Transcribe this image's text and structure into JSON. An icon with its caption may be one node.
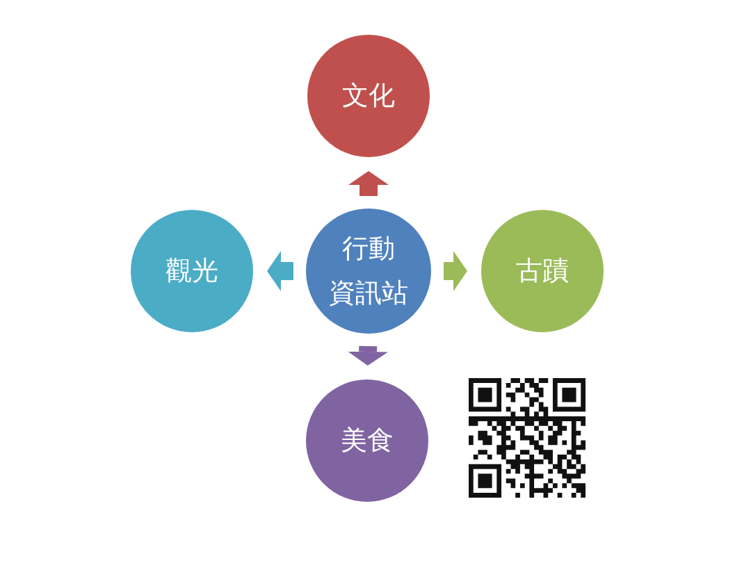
{
  "diagram": {
    "nodes": [
      {
        "text": [
          "文化"
        ]
      },
      {
        "text": [
          "觀光"
        ]
      },
      {
        "text": [
          "行動資訊站"
        ]
      },
      {
        "text": [
          "古蹟"
        ]
      },
      {
        "text": [
          "美食"
        ]
      }
    ],
    "edges": [
      {
        "from": 2,
        "to": 0,
        "arrow": "to",
        "color": "#c0504d"
      },
      {
        "from": 2,
        "to": 1,
        "arrow": "to",
        "color": "#4bacc6"
      },
      {
        "from": 2,
        "to": 3,
        "arrow": "to",
        "color": "#9bbb59"
      },
      {
        "from": 2,
        "to": 4,
        "arrow": "to",
        "color": "#8064a2"
      }
    ]
  }
}
